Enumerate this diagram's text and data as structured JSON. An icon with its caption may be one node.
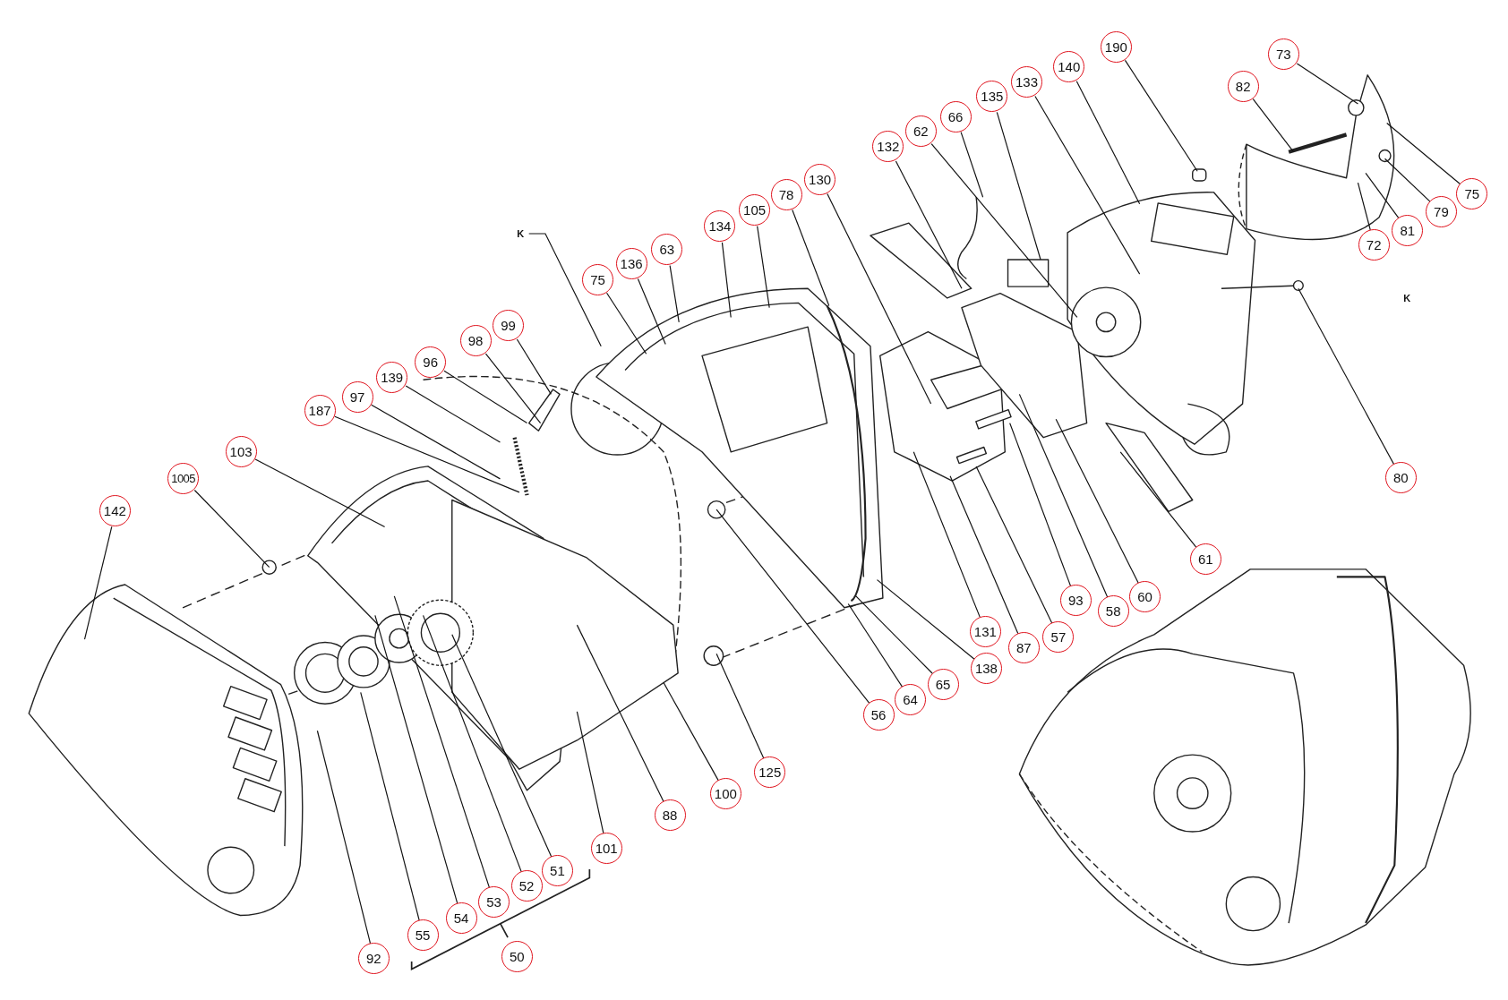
{
  "diagram": {
    "nodes": [
      {
        "text": [
          "142"
        ]
      },
      {
        "text": [
          "1005"
        ]
      },
      {
        "text": [
          "103"
        ]
      },
      {
        "text": [
          "187"
        ]
      },
      {
        "text": [
          "97"
        ]
      },
      {
        "text": [
          "139"
        ]
      },
      {
        "text": [
          "96"
        ]
      },
      {
        "text": [
          "98"
        ]
      },
      {
        "text": [
          "99"
        ]
      },
      {
        "text": [
          "K"
        ]
      },
      {
        "text": [
          "75"
        ]
      },
      {
        "text": [
          "136"
        ]
      },
      {
        "text": [
          "63"
        ]
      },
      {
        "text": [
          "134"
        ]
      },
      {
        "text": [
          "105"
        ]
      },
      {
        "text": [
          "78"
        ]
      },
      {
        "text": [
          "130"
        ]
      },
      {
        "text": [
          "132"
        ]
      },
      {
        "text": [
          "62"
        ]
      },
      {
        "text": [
          "66"
        ]
      },
      {
        "text": [
          "135"
        ]
      },
      {
        "text": [
          "133"
        ]
      },
      {
        "text": [
          "140"
        ]
      },
      {
        "text": [
          "190"
        ]
      },
      {
        "text": [
          "73"
        ]
      },
      {
        "text": [
          "82"
        ]
      },
      {
        "text": [
          "75"
        ]
      },
      {
        "text": [
          "79"
        ]
      },
      {
        "text": [
          "81"
        ]
      },
      {
        "text": [
          "72"
        ]
      },
      {
        "text": [
          "80"
        ]
      },
      {
        "text": [
          "61"
        ]
      },
      {
        "text": [
          "60"
        ]
      },
      {
        "text": [
          "58"
        ]
      },
      {
        "text": [
          "93"
        ]
      },
      {
        "text": [
          "57"
        ]
      },
      {
        "text": [
          "87"
        ]
      },
      {
        "text": [
          "131"
        ]
      },
      {
        "text": [
          "138"
        ]
      },
      {
        "text": [
          "65"
        ]
      },
      {
        "text": [
          "64"
        ]
      },
      {
        "text": [
          "56"
        ]
      },
      {
        "text": [
          "125"
        ]
      },
      {
        "text": [
          "100"
        ]
      },
      {
        "text": [
          "88"
        ]
      },
      {
        "text": [
          "101"
        ]
      },
      {
        "text": [
          "51"
        ]
      },
      {
        "text": [
          "52"
        ]
      },
      {
        "text": [
          "53"
        ]
      },
      {
        "text": [
          "54"
        ]
      },
      {
        "text": [
          "55"
        ]
      },
      {
        "text": [
          "92"
        ]
      },
      {
        "text": [
          "50"
        ]
      }
    ],
    "edges": [
      {
        "from": 0,
        "to": null,
        "arrow": "none"
      },
      {
        "from": 1,
        "to": null,
        "arrow": "none"
      },
      {
        "from": 2,
        "to": null,
        "arrow": "none"
      },
      {
        "from": 3,
        "to": null,
        "arrow": "none"
      },
      {
        "from": 4,
        "to": null,
        "arrow": "none"
      },
      {
        "from": 5,
        "to": null,
        "arrow": "none"
      },
      {
        "from": 6,
        "to": null,
        "arrow": "none"
      },
      {
        "from": 7,
        "to": null,
        "arrow": "none"
      },
      {
        "from": 8,
        "to": null,
        "arrow": "none"
      },
      {
        "from": 9,
        "to": null,
        "arrow": "none"
      },
      {
        "from": 10,
        "to": null,
        "arrow": "none"
      },
      {
        "from": 11,
        "to": null,
        "arrow": "none"
      },
      {
        "from": 12,
        "to": null,
        "arrow": "none"
      },
      {
        "from": 13,
        "to": null,
        "arrow": "none"
      },
      {
        "from": 14,
        "to": null,
        "arrow": "none"
      },
      {
        "from": 15,
        "to": null,
        "arrow": "none"
      },
      {
        "from": 16,
        "to": null,
        "arrow": "none"
      },
      {
        "from": 17,
        "to": null,
        "arrow": "none"
      },
      {
        "from": 18,
        "to": null,
        "arrow": "none"
      },
      {
        "from": 19,
        "to": null,
        "arrow": "none"
      },
      {
        "from": 20,
        "to": null,
        "arrow": "none"
      },
      {
        "from": 21,
        "to": null,
        "arrow": "none"
      },
      {
        "from": 22,
        "to": null,
        "arrow": "none"
      },
      {
        "from": 23,
        "to": null,
        "arrow": "none"
      },
      {
        "from": 24,
        "to": null,
        "arrow": "none"
      },
      {
        "from": 25,
        "to": null,
        "arrow": "none"
      },
      {
        "from": 26,
        "to": null,
        "arrow": "none"
      },
      {
        "from": 27,
        "to": null,
        "arrow": "none"
      },
      {
        "from": 28,
        "to": null,
        "arrow": "none"
      },
      {
        "from": 29,
        "to": null,
        "arrow": "none"
      },
      {
        "from": 30,
        "to": null,
        "arrow": "none"
      },
      {
        "from": 31,
        "to": null,
        "arrow": "none"
      },
      {
        "from": 32,
        "to": null,
        "arrow": "none"
      },
      {
        "from": 33,
        "to": null,
        "arrow": "none"
      },
      {
        "from": 34,
        "to": null,
        "arrow": "none"
      },
      {
        "from": 35,
        "to": null,
        "arrow": "none"
      },
      {
        "from": 36,
        "to": null,
        "arrow": "none"
      },
      {
        "from": 37,
        "to": null,
        "arrow": "none"
      },
      {
        "from": 38,
        "to": null,
        "arrow": "none"
      },
      {
        "from": 39,
        "to": null,
        "arrow": "none"
      },
      {
        "from": 40,
        "to": null,
        "arrow": "none"
      },
      {
        "from": 41,
        "to": null,
        "arrow": "none"
      },
      {
        "from": 42,
        "to": null,
        "arrow": "none"
      },
      {
        "from": 43,
        "to": null,
        "arrow": "none"
      },
      {
        "from": 44,
        "to": null,
        "arrow": "none"
      },
      {
        "from": 45,
        "to": null,
        "arrow": "none"
      },
      {
        "from": 46,
        "to": null,
        "arrow": "none"
      },
      {
        "from": 47,
        "to": null,
        "arrow": "none"
      },
      {
        "from": 48,
        "to": null,
        "arrow": "none"
      },
      {
        "from": 49,
        "to": null,
        "arrow": "none"
      },
      {
        "from": 50,
        "to": null,
        "arrow": "none"
      },
      {
        "from": 51,
        "to": null,
        "arrow": "none"
      }
    ],
    "labels": [
      "K"
    ]
  }
}
